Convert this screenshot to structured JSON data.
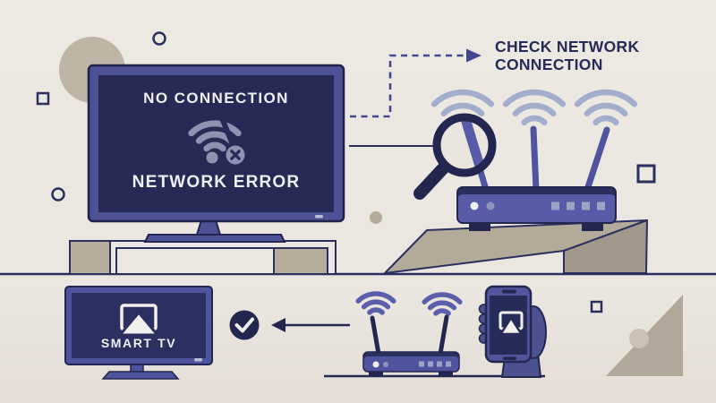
{
  "illustration": {
    "background_color": "#ebe6e0",
    "palette": {
      "navy_outline": "#23274f",
      "screen_navy": "#262a55",
      "frame_blue": "#4d5296",
      "router_blue": "#575ba8",
      "wifi_light_blue": "#a2aecb",
      "wifi_muted_blue": "#8d93b0",
      "wifi_purple_blue": "#5b5fab",
      "tan": "#b7ac9c",
      "white": "#f2f0ec"
    },
    "tv_screen": {
      "line1": "NO CONNECTION",
      "line2": "NETWORK ERROR",
      "icon": "wifi-error-icon"
    },
    "callout": {
      "line1": "CHECK NETWORK",
      "line2": "CONNECTION",
      "icon": "dashed-arrow-icon"
    },
    "router_top": {
      "icon": "router-icon",
      "antennas": 3,
      "wifi_signals": 3
    },
    "magnifier": {
      "icon": "magnifier-icon"
    },
    "smart_tv": {
      "label": "SMART TV",
      "icon": "cast-icon"
    },
    "status": {
      "icon": "checkmark-icon"
    },
    "pointer": {
      "icon": "left-arrow-icon"
    },
    "router_bottom": {
      "icon": "router-icon",
      "antennas": 2,
      "wifi_signals": 2
    },
    "phone": {
      "icon": "cast-icon",
      "held_icon": "hand-holding-phone"
    }
  }
}
